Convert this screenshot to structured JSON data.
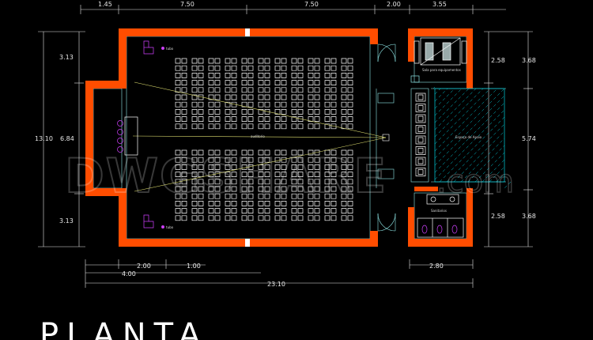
{
  "drawing": {
    "title": "PLANTA",
    "watermark_main": "DWGSHARE",
    "watermark_suffix": ".com"
  },
  "dimensions": {
    "top": [
      "1.45",
      "7.50",
      "7.50",
      "2.00",
      "3.55"
    ],
    "left_outer": "13.10",
    "left_inner": "6.84",
    "left_top": "3.13",
    "left_bottom": "3.13",
    "right_inner_top": "2.58",
    "right_outer_top": "3.68",
    "right_mid": "5.74",
    "right_inner_bottom": "2.58",
    "right_outer_bottom": "3.68",
    "bottom_a": "2.00",
    "bottom_b": "1.00",
    "bottom_c": "4.00",
    "bottom_total": "23.10",
    "bottom_right": "2.80"
  },
  "room_labels": {
    "auditorium": "auditorio",
    "storage": "Sala para equipamentos",
    "stage": "Espaço de Apoio",
    "toilets": "Sanitarios",
    "tube_top": "tubo",
    "tube_bottom": "tubo"
  },
  "colors": {
    "wall": "#ff4d00",
    "line": "#8fe8e8",
    "dimension": "#ffffff",
    "hatch": "#00d2e0",
    "projection": "#e0e070",
    "fixture": "#d040ff"
  }
}
